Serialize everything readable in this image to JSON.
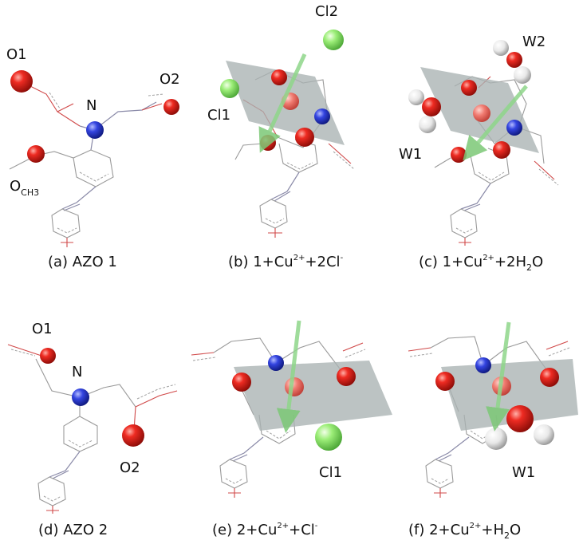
{
  "colors": {
    "oxygen": "#e8231e",
    "nitrogen": "#2f3fd8",
    "chlorine": "#8ee86a",
    "hydrogen": "#f2f2f2",
    "copper_axis": "#8fd68a",
    "plane": "#a9b2b2"
  },
  "panels": [
    {
      "id": "a",
      "caption": {
        "pre": "(a) AZO 1",
        "sup": "",
        "mid": "",
        "sub": "",
        "post": ""
      },
      "labels": {
        "o1": "O1",
        "o2": "O2",
        "n": "N",
        "o_ch3": "O",
        "o_ch3_sub": "CH3"
      }
    },
    {
      "id": "b",
      "caption": {
        "pre": "(b) 1+Cu",
        "sup": "2+",
        "mid": "+2Cl",
        "sub": "",
        "post": "",
        "sup2": "-"
      },
      "labels": {
        "cl1": "Cl1",
        "cl2": "Cl2"
      }
    },
    {
      "id": "c",
      "caption": {
        "pre": "(c) 1+Cu",
        "sup": "2+",
        "mid": "+2H",
        "sub": "2",
        "post": "O"
      },
      "labels": {
        "w1": "W1",
        "w2": "W2"
      }
    },
    {
      "id": "d",
      "caption": {
        "pre": "(d) AZO 2",
        "sup": "",
        "mid": "",
        "sub": "",
        "post": ""
      },
      "labels": {
        "o1": "O1",
        "o2": "O2",
        "n": "N"
      }
    },
    {
      "id": "e",
      "caption": {
        "pre": "(e) 2+Cu",
        "sup": "2+",
        "mid": "+Cl",
        "sub": "",
        "post": "",
        "sup2": "-"
      },
      "labels": {
        "cl1": "Cl1"
      }
    },
    {
      "id": "f",
      "caption": {
        "pre": "(f) 2+Cu",
        "sup": "2+",
        "mid": "+H",
        "sub": "2",
        "post": "O"
      },
      "labels": {
        "w1": "W1"
      }
    }
  ]
}
